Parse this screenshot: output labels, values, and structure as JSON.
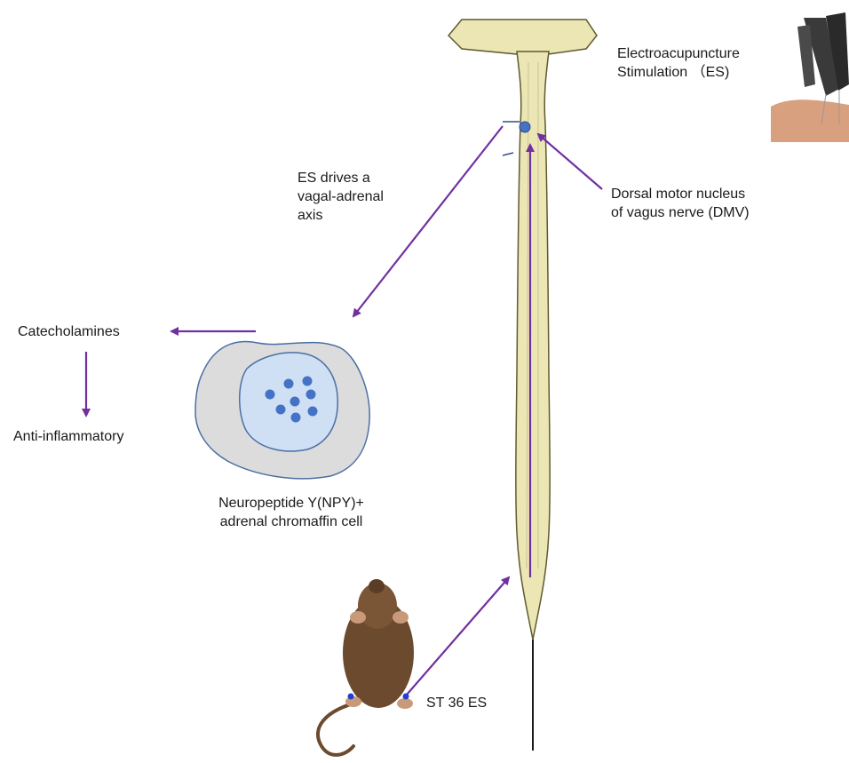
{
  "labels": {
    "es_title": [
      "Electroacupuncture",
      "Stimulation （ES)"
    ],
    "es_axis": [
      "ES drives a",
      "vagal-adrenal",
      "axis"
    ],
    "dmv": [
      "Dorsal motor nucleus",
      "of vagus nerve (DMV)"
    ],
    "catecholamines": "Catecholamines",
    "anti_inflammatory": "Anti-inflammatory",
    "npy_cell": [
      "Neuropeptide Y(NPY)+",
      "adrenal chromaffin cell"
    ],
    "st36": "ST 36 ES"
  },
  "colors": {
    "arrow": "#7030a0",
    "cord_fill": "#ebe6b4",
    "cord_stroke": "#5f5a30",
    "cell_outer": "#dcdcdc",
    "cell_inner": "#cfe0f5",
    "cell_stroke": "#4a6fa5",
    "granule": "#4472c4",
    "mouse": "#6b4a2e",
    "skin": "#d8a07e",
    "electrode": "#3a3a3a"
  },
  "icons": {
    "mouse": "mouse-illustration",
    "electrodes": "electrode-clip-icon",
    "spinal_cord": "spinal-cord-illustration",
    "chromaffin_cell": "chromaffin-cell-illustration"
  }
}
